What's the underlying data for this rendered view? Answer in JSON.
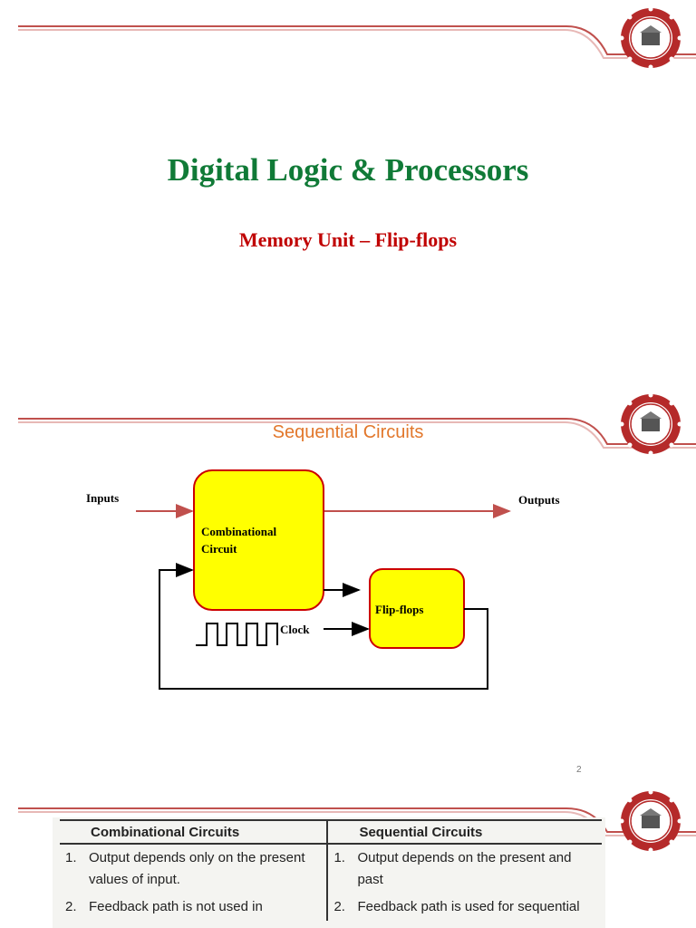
{
  "slide1": {
    "title": "Digital Logic & Processors",
    "subtitle": "Memory Unit – Flip-flops"
  },
  "slide2": {
    "title": "Sequential Circuits",
    "diagram": {
      "inputs_label": "Inputs",
      "outputs_label": "Outputs",
      "combinational_label_line1": "Combinational",
      "combinational_label_line2": "Circuit",
      "flipflops_label": "Flip-flops",
      "clock_label": "Clock"
    },
    "page_number": "2"
  },
  "slide3": {
    "table": {
      "headers": [
        "Combinational Circuits",
        "Sequential Circuits"
      ],
      "rows": [
        {
          "left_num": "1.",
          "left_text": "Output depends only on the  present",
          "left_cont": "values of input.",
          "right_num": "1.",
          "right_text": "Output depends on the present and",
          "right_cont": "past"
        },
        {
          "left_num": "2.",
          "left_text": "Feedback  path  is  not  used  in",
          "right_num": "2.",
          "right_text": "Feedback path is used for sequential"
        }
      ]
    }
  },
  "colors": {
    "title_green": "#107a37",
    "subtitle_red": "#c00000",
    "section_orange": "#e2772b",
    "header_line": "#c0504d",
    "box_fill": "#ffff00",
    "box_border": "#cc0000"
  },
  "icons": [
    "university-seal-icon"
  ]
}
